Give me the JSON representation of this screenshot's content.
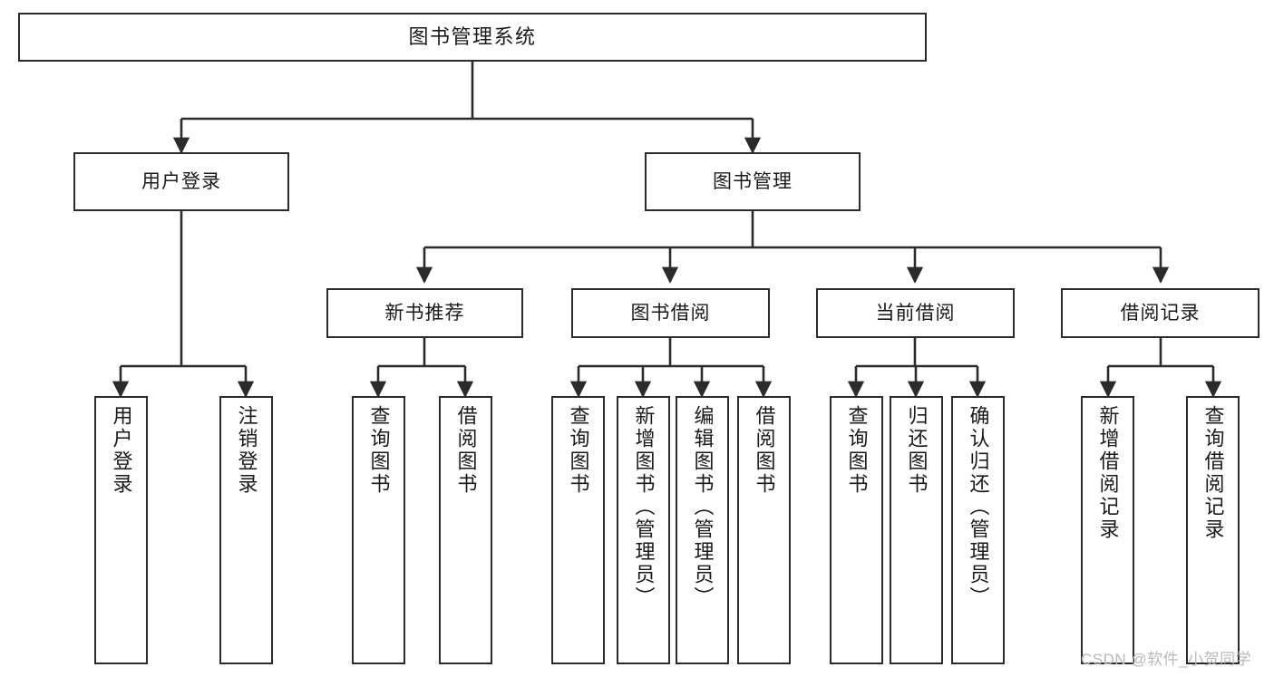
{
  "diagram": {
    "title": "图书管理系统",
    "type": "functional-structure-tree",
    "watermark": "CSDN @软件_小贺同学",
    "colors": {
      "stroke": "#2b2b2b",
      "fill": "#ffffff",
      "text": "#1a1a1a",
      "watermark": "#b9b9b9"
    },
    "nodes": {
      "root": {
        "label": "图书管理系统"
      },
      "level1": [
        {
          "id": "user-login",
          "label": "用户登录"
        },
        {
          "id": "book-manage",
          "label": "图书管理"
        }
      ],
      "level2": [
        {
          "id": "new-book-recommend",
          "label": "新书推荐"
        },
        {
          "id": "book-borrow",
          "label": "图书借阅"
        },
        {
          "id": "current-borrow",
          "label": "当前借阅"
        },
        {
          "id": "borrow-record",
          "label": "借阅记录"
        }
      ],
      "leaves": {
        "user_login": [
          {
            "id": "leaf-user-login",
            "label": "用户登录"
          },
          {
            "id": "leaf-logout-login",
            "label": "注销登录"
          }
        ],
        "new_book_recommend": [
          {
            "id": "leaf-query-book-1",
            "label": "查询图书"
          },
          {
            "id": "leaf-borrow-book-1",
            "label": "借阅图书"
          }
        ],
        "book_borrow": [
          {
            "id": "leaf-query-book-2",
            "label": "查询图书"
          },
          {
            "id": "leaf-add-book",
            "label": "新增图书（管理员）"
          },
          {
            "id": "leaf-edit-book",
            "label": "编辑图书（管理员）"
          },
          {
            "id": "leaf-borrow-book-2",
            "label": "借阅图书"
          }
        ],
        "current_borrow": [
          {
            "id": "leaf-query-book-3",
            "label": "查询图书"
          },
          {
            "id": "leaf-return-book",
            "label": "归还图书"
          },
          {
            "id": "leaf-confirm-return",
            "label": "确认归还（管理员）"
          }
        ],
        "borrow_record": [
          {
            "id": "leaf-add-record",
            "label": "新增借阅记录"
          },
          {
            "id": "leaf-query-record",
            "label": "查询借阅记录"
          }
        ]
      }
    },
    "edges": [
      {
        "from": "图书管理系统",
        "to": "用户登录"
      },
      {
        "from": "图书管理系统",
        "to": "图书管理"
      },
      {
        "from": "用户登录",
        "to": "用户登录"
      },
      {
        "from": "用户登录",
        "to": "注销登录"
      },
      {
        "from": "图书管理",
        "to": "新书推荐"
      },
      {
        "from": "图书管理",
        "to": "图书借阅"
      },
      {
        "from": "图书管理",
        "to": "当前借阅"
      },
      {
        "from": "图书管理",
        "to": "借阅记录"
      },
      {
        "from": "新书推荐",
        "to": "查询图书"
      },
      {
        "from": "新书推荐",
        "to": "借阅图书"
      },
      {
        "from": "图书借阅",
        "to": "查询图书"
      },
      {
        "from": "图书借阅",
        "to": "新增图书（管理员）"
      },
      {
        "from": "图书借阅",
        "to": "编辑图书（管理员）"
      },
      {
        "from": "图书借阅",
        "to": "借阅图书"
      },
      {
        "from": "当前借阅",
        "to": "查询图书"
      },
      {
        "from": "当前借阅",
        "to": "归还图书"
      },
      {
        "from": "当前借阅",
        "to": "确认归还（管理员）"
      },
      {
        "from": "借阅记录",
        "to": "新增借阅记录"
      },
      {
        "from": "借阅记录",
        "to": "查询借阅记录"
      }
    ]
  }
}
